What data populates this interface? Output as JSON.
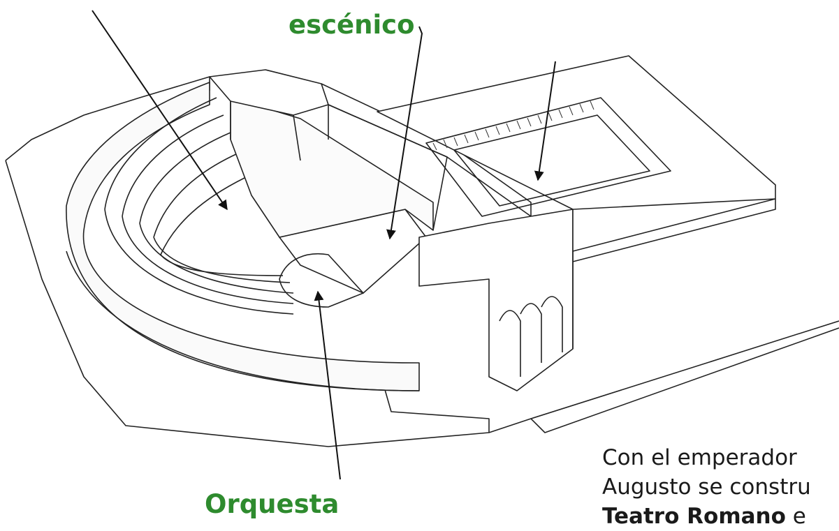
{
  "labels": {
    "escenico": "escénico",
    "orquesta": "Orquesta"
  },
  "caption": {
    "line1": "Con el emperador",
    "line2": "Augusto se constru",
    "line3_bold": "Teatro Romano",
    "line3_rest": " e"
  },
  "colors": {
    "label_green": "#2e8b2e",
    "line": "#222222",
    "caption_text": "#1a1a1a"
  }
}
